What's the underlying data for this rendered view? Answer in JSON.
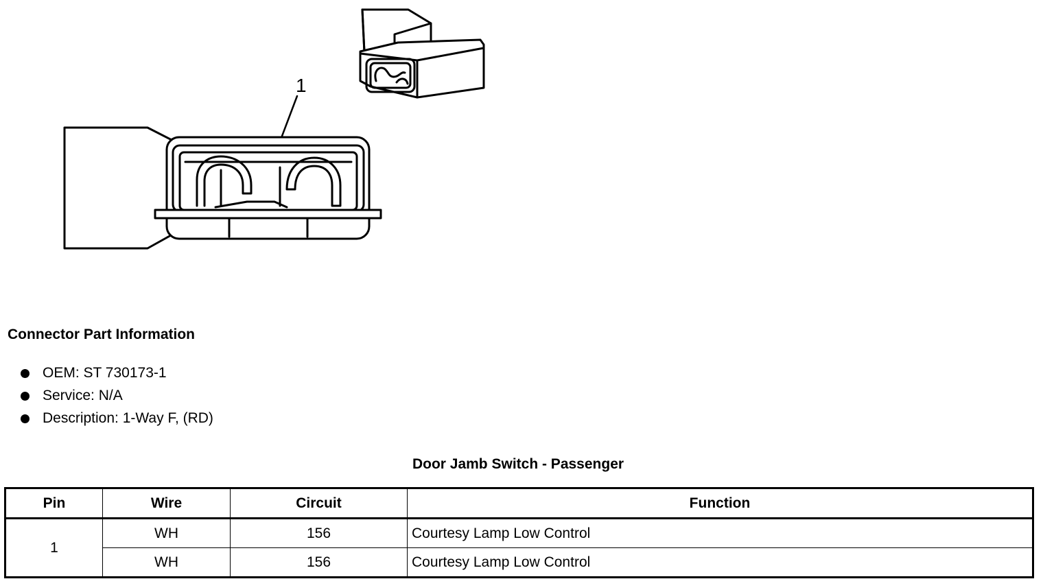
{
  "figure": {
    "callout_label": "1"
  },
  "connector_info": {
    "title": "Connector Part Information",
    "items": [
      "OEM: ST 730173-1",
      "Service: N/A",
      "Description: 1-Way F, (RD)"
    ]
  },
  "pinout_table": {
    "title": "Door Jamb Switch - Passenger",
    "headers": {
      "pin": "Pin",
      "wire": "Wire",
      "circuit": "Circuit",
      "function": "Function"
    },
    "pin": "1",
    "rows": [
      {
        "wire": "WH",
        "circuit": "156",
        "function": "Courtesy Lamp Low Control"
      },
      {
        "wire": "WH",
        "circuit": "156",
        "function": "Courtesy Lamp Low Control"
      }
    ]
  }
}
